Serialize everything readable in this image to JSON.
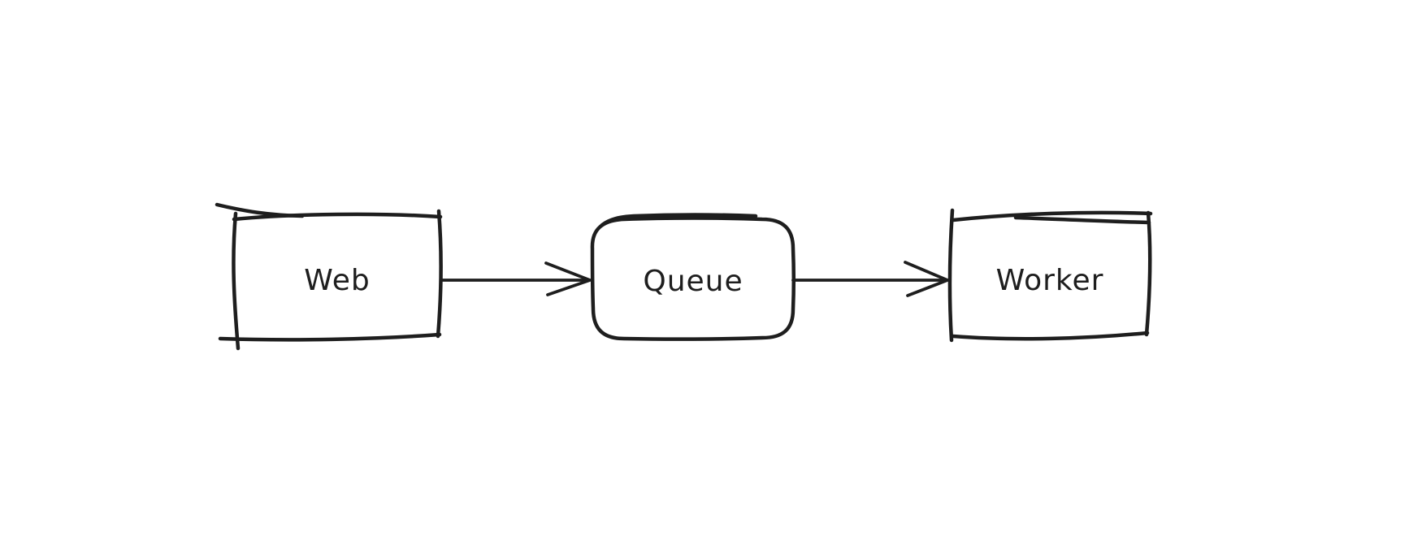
{
  "canvas": {
    "background_color": "#ffffff",
    "stroke_color": "#1e1e1e",
    "style": "hand-drawn-sketch"
  },
  "diagram": {
    "nodes": [
      {
        "id": "web",
        "label": "Web",
        "shape": "rectangle"
      },
      {
        "id": "queue",
        "label": "Queue",
        "shape": "rounded-rectangle"
      },
      {
        "id": "worker",
        "label": "Worker",
        "shape": "rectangle"
      }
    ],
    "edges": [
      {
        "from": "web",
        "to": "queue",
        "style": "open-arrow"
      },
      {
        "from": "queue",
        "to": "worker",
        "style": "open-arrow"
      }
    ]
  }
}
